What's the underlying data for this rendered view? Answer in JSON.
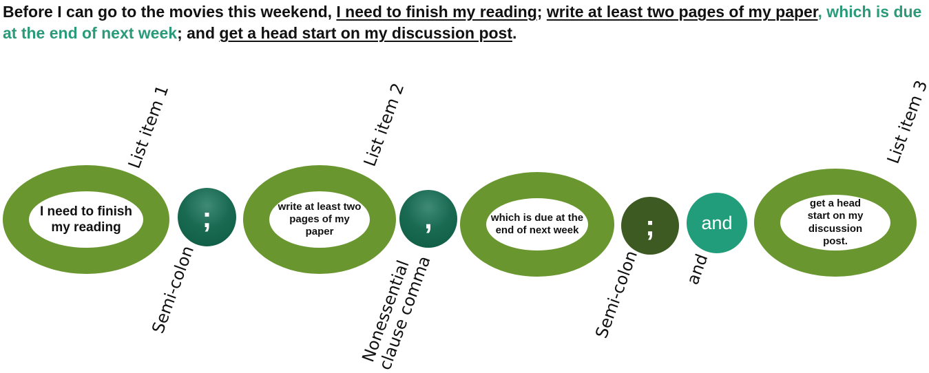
{
  "sentence": {
    "intro": "Before I can go to the movies this weekend, ",
    "item1": "I need to finish my reading",
    "sep1": "; ",
    "item2": "write at least two pages of my paper",
    "comma": ",",
    "clause": " which is due at the end of next week",
    "sep2": "; and ",
    "item3": "get a head start on my discussion post",
    "end": "."
  },
  "rings": [
    {
      "text": "I need to finish my reading"
    },
    {
      "text": "write at least two pages of my paper"
    },
    {
      "text": "which is due at the end of next week"
    },
    {
      "text": "get a head start on my discussion post."
    }
  ],
  "discs": [
    {
      "glyph": ";"
    },
    {
      "glyph": ","
    },
    {
      "glyph": ";"
    },
    {
      "glyph": "and"
    }
  ],
  "labels": {
    "list_item_1": "List item 1",
    "list_item_2": "List item 2",
    "list_item_3": "List item 3",
    "semicolon_1": "Semi-colon",
    "nonessential_line1": "Nonessential",
    "nonessential_line2": "clause comma",
    "semicolon_2": "Semi-colon",
    "and": "and"
  },
  "colors": {
    "ring": "#6a9630",
    "highlight": "#2a9a78",
    "disc_dark_teal": "#0d5a42",
    "disc_olive": "#3d5a22",
    "disc_sea": "#229d7b"
  }
}
